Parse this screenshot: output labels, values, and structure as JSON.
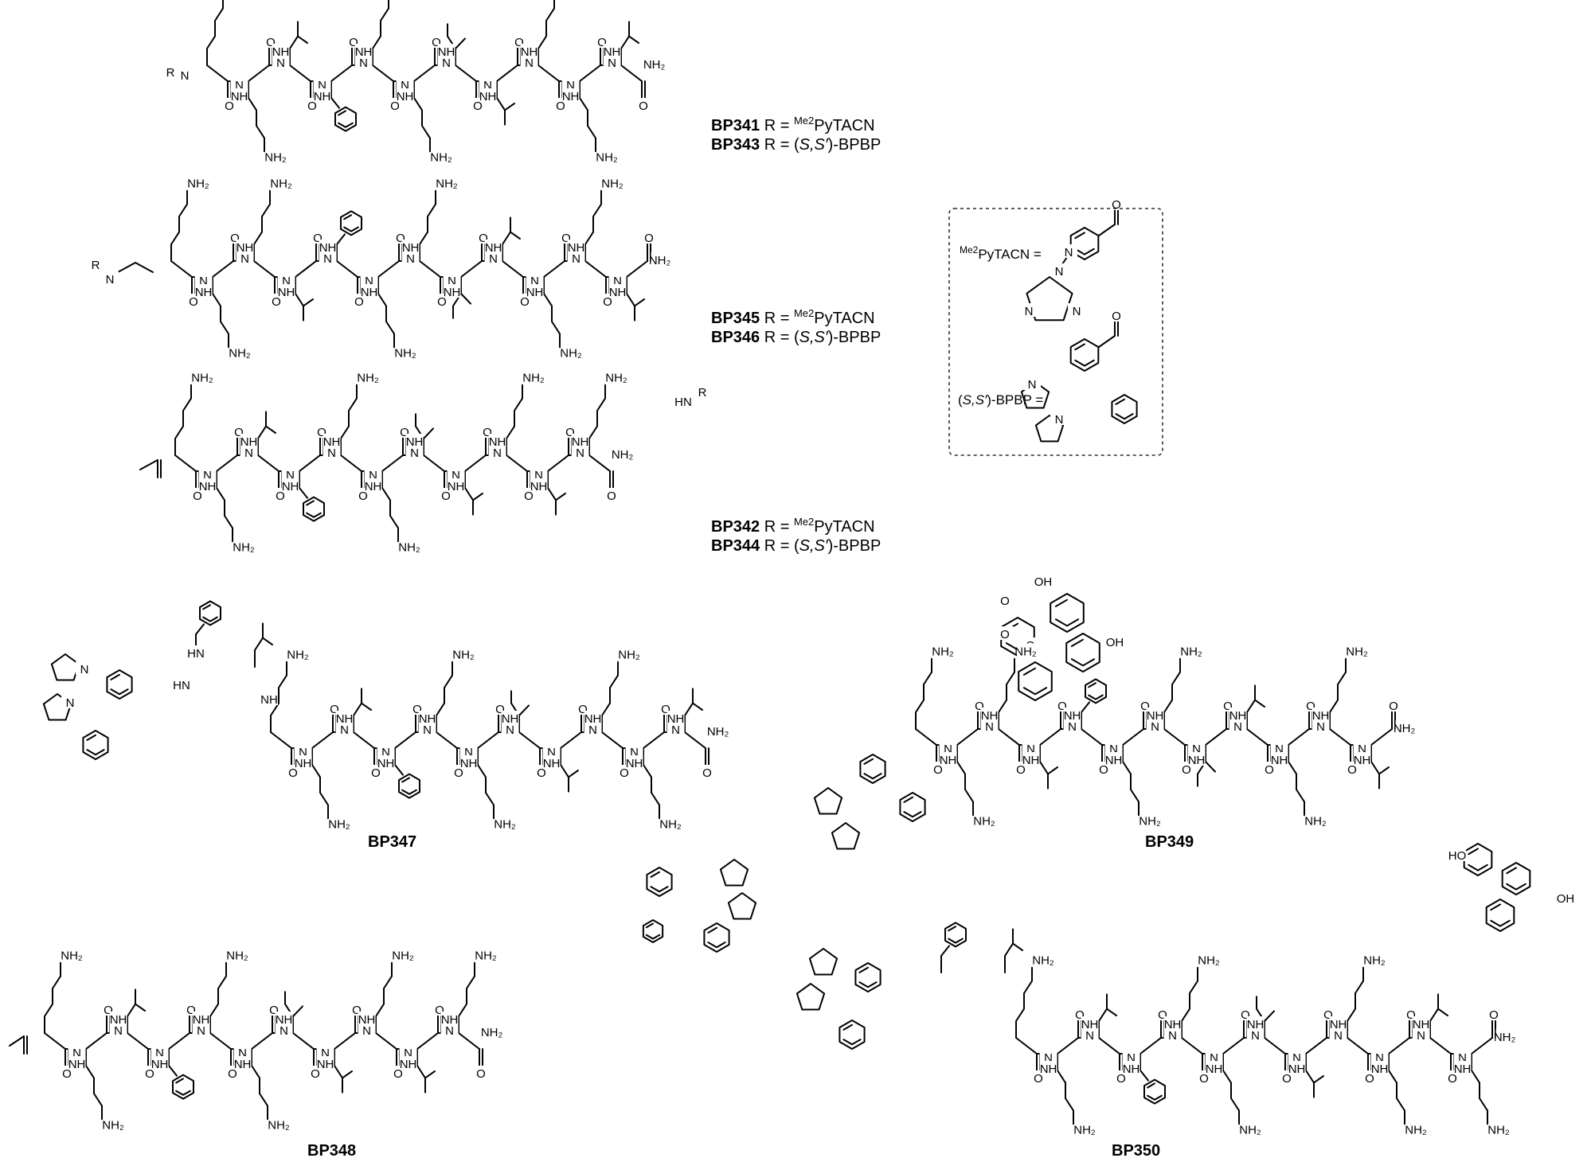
{
  "labels": {
    "NH2": "NH₂",
    "NH": "NH",
    "HN": "HN",
    "N": "N",
    "O": "O",
    "R": "R",
    "OH": "OH",
    "HO": "HO"
  },
  "captions": {
    "bp341": {
      "code": "BP341",
      "text": " R = ",
      "sup": "Me2",
      "tail": "PyTACN"
    },
    "bp343": {
      "code": "BP343",
      "text": " R = (",
      "ital": "S,S′",
      "tail": ")-BPBP"
    },
    "bp345": {
      "code": "BP345",
      "text": " R = ",
      "sup": "Me2",
      "tail": "PyTACN"
    },
    "bp346": {
      "code": "BP346",
      "text": " R = (",
      "ital": "S,S′",
      "tail": ")-BPBP"
    },
    "bp342": {
      "code": "BP342",
      "text": " R = ",
      "sup": "Me2",
      "tail": "PyTACN"
    },
    "bp344": {
      "code": "BP344",
      "text": " R = (",
      "ital": "S,S′",
      "tail": ")-BPBP"
    },
    "bp347": "BP347",
    "bp349": "BP349",
    "bp348": "BP348",
    "bp350": "BP350"
  },
  "legend": {
    "pytacn_sup": "Me2",
    "pytacn_text": "PyTACN =",
    "bpbp_open": "(",
    "bpbp_ital": "S,S′",
    "bpbp_close": ")-BPBP ="
  }
}
